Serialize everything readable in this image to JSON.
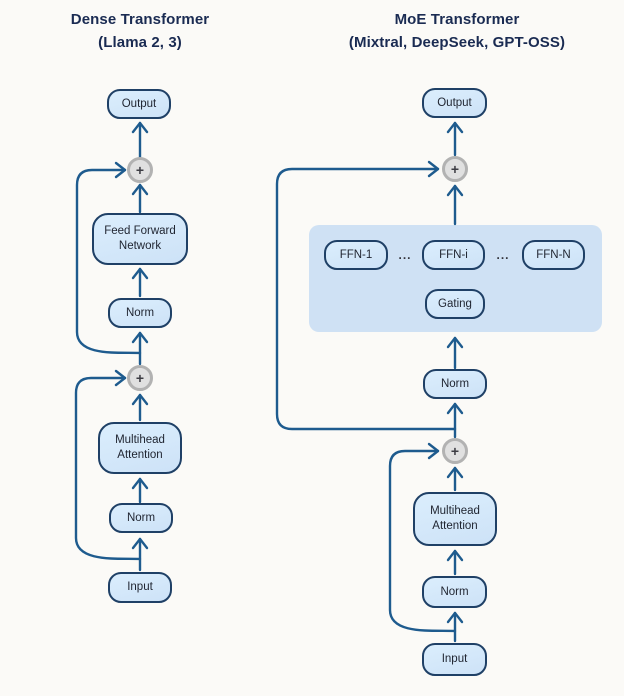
{
  "titles": {
    "left_line1": "Dense Transformer",
    "left_line2": "(Llama 2, 3)",
    "right_line1": "MoE Transformer",
    "right_line2": "(Mixtral, DeepSeek, GPT-OSS)"
  },
  "left": {
    "output": "Output",
    "ffn": "Feed Forward Network",
    "norm_post": "Norm",
    "mha": "Multihead Attention",
    "norm_pre": "Norm",
    "input": "Input",
    "plus": "+"
  },
  "right": {
    "output": "Output",
    "experts": {
      "ffn_1": "FFN-1",
      "ffn_i": "FFN-i",
      "ffn_n": "FFN-N",
      "dots": "...",
      "gating": "Gating"
    },
    "norm_post": "Norm",
    "mha": "Multihead Attention",
    "norm_pre": "Norm",
    "input": "Input",
    "plus": "+"
  },
  "colors": {
    "edge": "#1e5b8e",
    "box-border": "#1f4066",
    "box-fill-top": "#dbeefd",
    "box-fill-bottom": "#cde2f7",
    "panel-fill": "#cfe1f4",
    "add-fill": "#e0e0e0",
    "add-ring": "#b2b2b2",
    "title": "#1a2b52",
    "node-text": "#1f2430",
    "background": "#fbfaf7"
  }
}
